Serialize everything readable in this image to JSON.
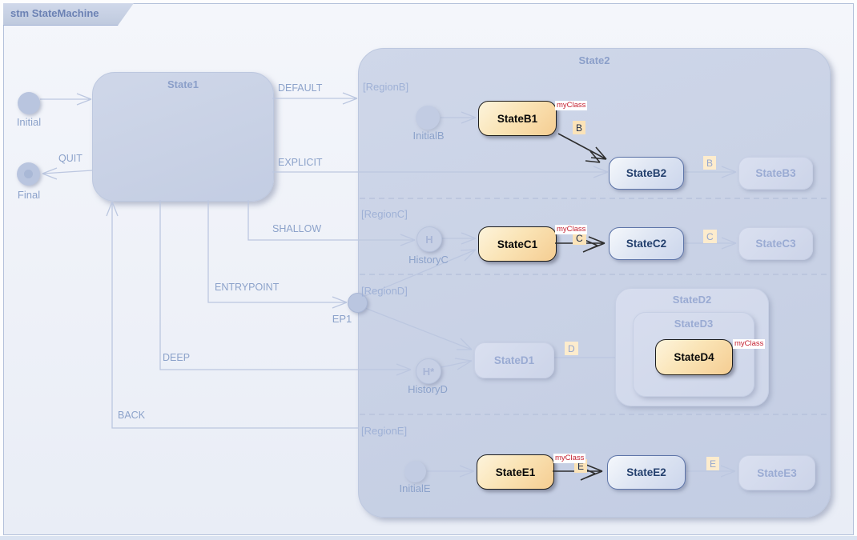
{
  "frame": {
    "title": "stm StateMachine"
  },
  "composites": {
    "state1": "State1",
    "state2": "State2",
    "state_d2": "StateD2",
    "state_d3": "StateD3"
  },
  "regions": {
    "b": "[RegionB]",
    "c": "[RegionC]",
    "d": "[RegionD]",
    "e": "[RegionE]"
  },
  "transitions": {
    "default": "DEFAULT",
    "quit": "QUIT",
    "explicit": "EXPLICIT",
    "shallow": "SHALLOW",
    "entrypoint": "ENTRYPOINT",
    "deep": "DEEP",
    "back": "BACK"
  },
  "triggers": {
    "b": "B",
    "b_next": "B",
    "c": "C",
    "c_next": "C",
    "d": "D",
    "e": "E",
    "e_next": "E"
  },
  "stereotype": "myClass",
  "pseudostates": {
    "initial": "Initial",
    "final": "Final",
    "initial_b": "InitialB",
    "history_c": "HistoryC",
    "history_c_glyph": "H",
    "history_d": "HistoryD",
    "history_d_glyph": "H*",
    "initial_e": "InitialE",
    "ep1": "EP1"
  },
  "states": {
    "b1": "StateB1",
    "b2": "StateB2",
    "b3": "StateB3",
    "c1": "StateC1",
    "c2": "StateC2",
    "c3": "StateC3",
    "d1": "StateD1",
    "d4": "StateD4",
    "e1": "StateE1",
    "e2": "StateE2",
    "e3": "StateE3"
  },
  "colors": {
    "highlight_fill": "#f5cd92",
    "active_border": "#5d74a8",
    "stereotype_text": "#c42030",
    "canvas_fill": "#ccd4e8"
  }
}
